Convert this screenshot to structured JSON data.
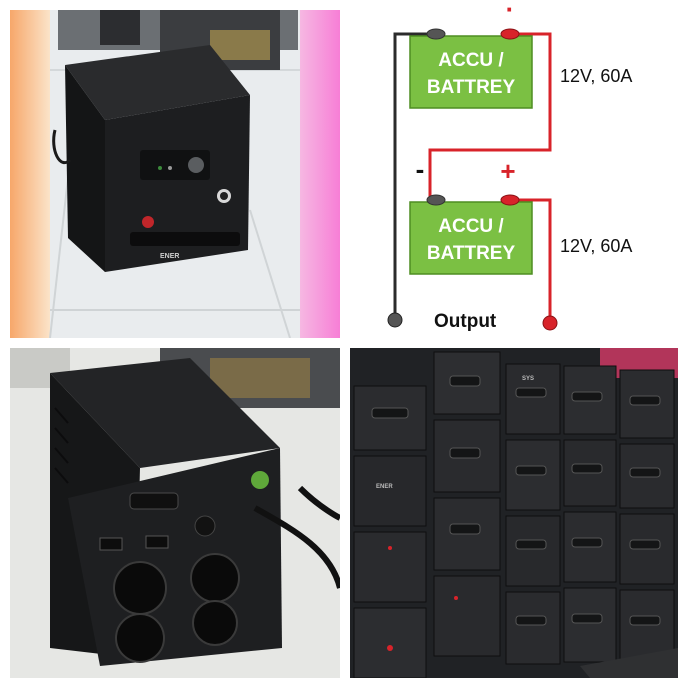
{
  "top_left_photo": {
    "brand_logo_text": "ENER"
  },
  "wiring_diagram": {
    "battery_top": {
      "line1": "ACCU /",
      "line2": "BATTREY",
      "spec": "12V, 60A"
    },
    "battery_bottom": {
      "line1": "ACCU /",
      "line2": "BATTREY",
      "spec": "12V, 60A"
    },
    "top_positive_mark": "·",
    "minus_sign": "-",
    "plus_sign": "+",
    "output_label": "Output",
    "colors": {
      "positive_wire": "#d8232a",
      "negative_wire": "#2b2b2b",
      "battery_fill": "#7bc043"
    }
  },
  "stacked_photo": {
    "label_a": "ENER",
    "label_b": "SYS"
  }
}
